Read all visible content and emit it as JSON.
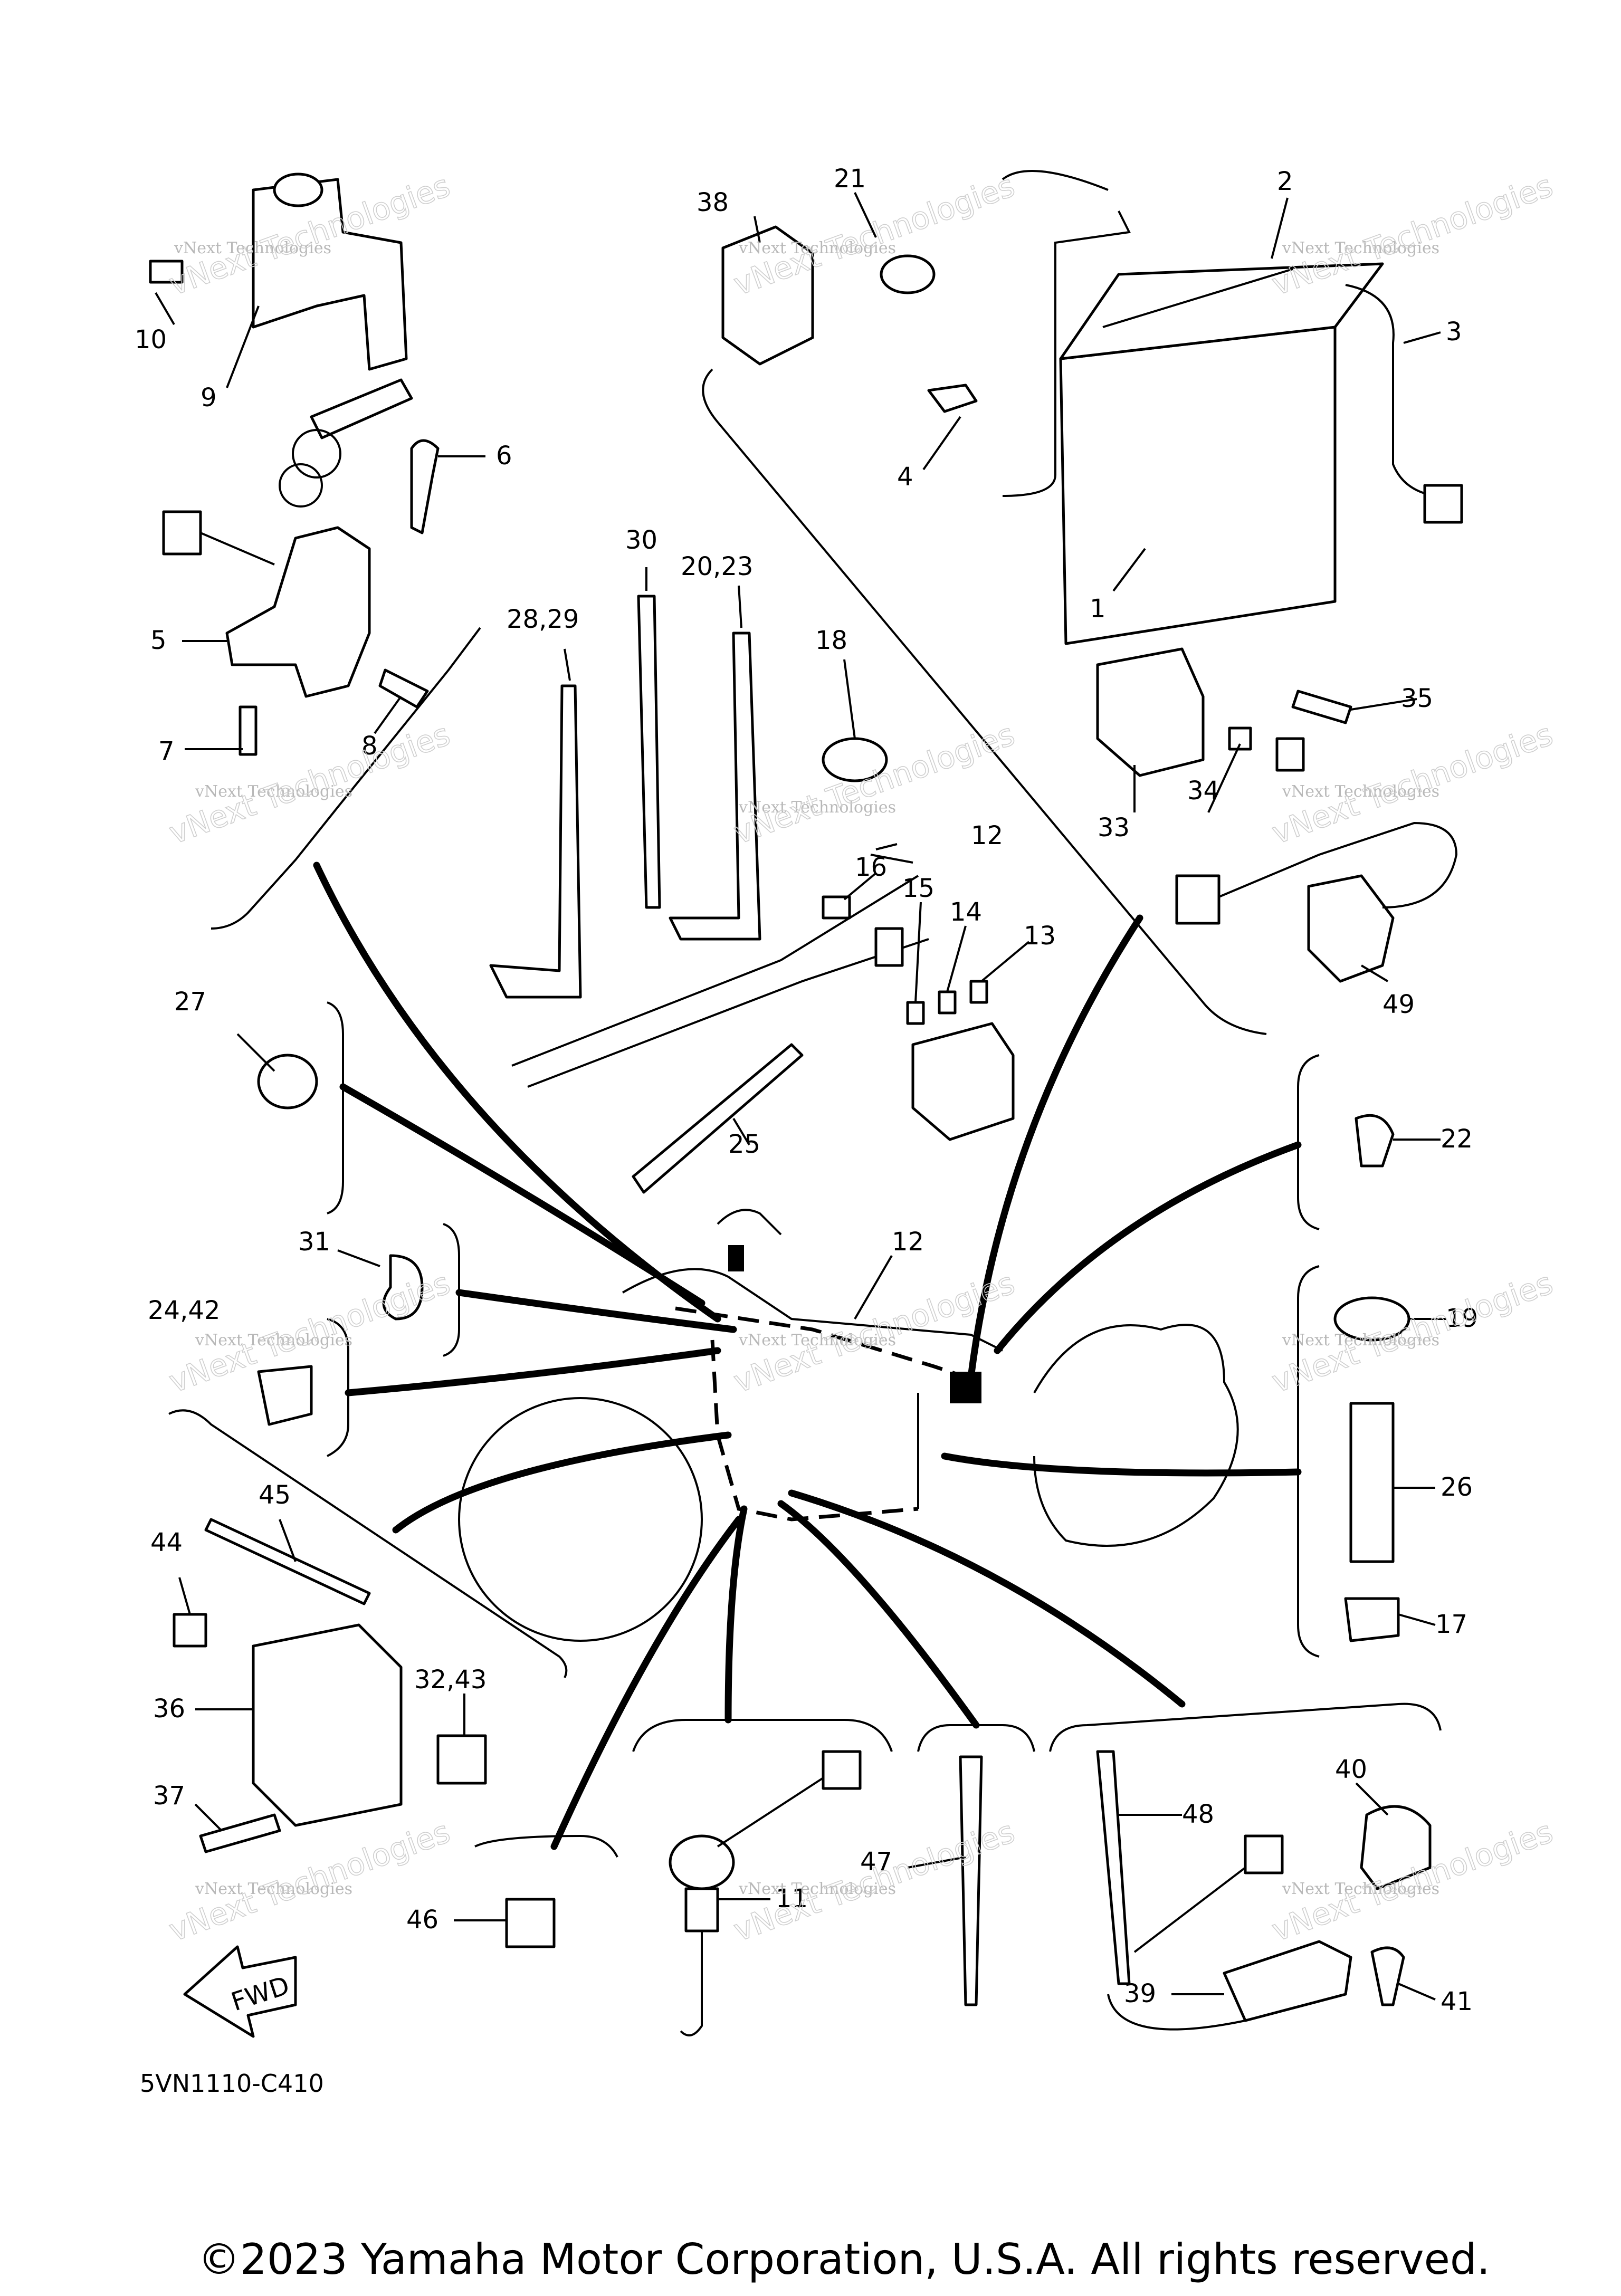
{
  "diagram": {
    "part_code": "5VN1110-C410",
    "copyright": "©2023 Yamaha Motor Corporation, U.S.A. All rights reserved.",
    "watermark_line1": "vNext Technologies",
    "watermark_line2": "vNext Technologies",
    "fwd_label": "FWD"
  },
  "callouts": {
    "c1": "1",
    "c2": "2",
    "c3": "3",
    "c4": "4",
    "c5": "5",
    "c6": "6",
    "c7": "7",
    "c8": "8",
    "c9": "9",
    "c10": "10",
    "c11": "11",
    "c12a": "12",
    "c12b": "12",
    "c13": "13",
    "c14": "14",
    "c15": "15",
    "c16": "16",
    "c17": "17",
    "c18": "18",
    "c19": "19",
    "c2023": "20,23",
    "c21": "21",
    "c22": "22",
    "c2442": "24,42",
    "c25": "25",
    "c26": "26",
    "c27": "27",
    "c2829": "28,29",
    "c30": "30",
    "c31": "31",
    "c3243": "32,43",
    "c33": "33",
    "c34": "34",
    "c35": "35",
    "c36": "36",
    "c37": "37",
    "c38": "38",
    "c39": "39",
    "c40": "40",
    "c41": "41",
    "c44": "44",
    "c45": "45",
    "c46": "46",
    "c47": "47",
    "c48": "48",
    "c49": "49"
  }
}
